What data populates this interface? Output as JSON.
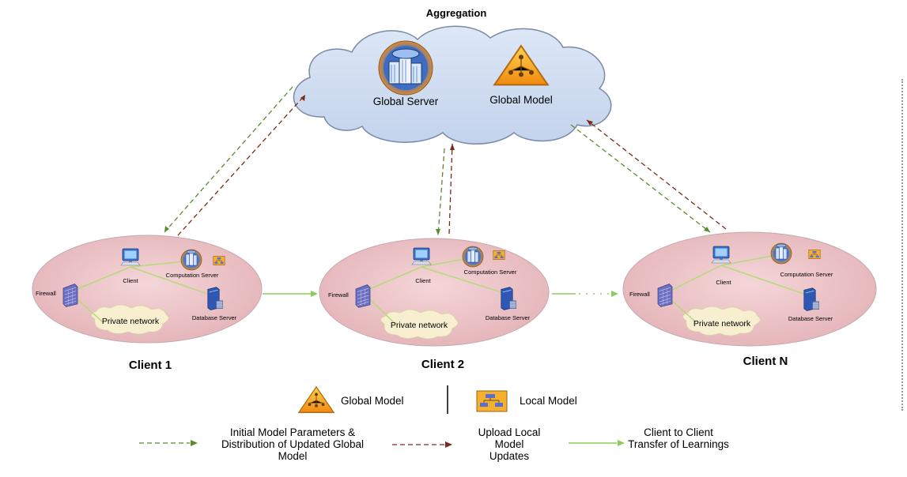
{
  "aggregation": {
    "title": "Aggregation",
    "global_server_label": "Global Server",
    "global_model_label": "Global Model"
  },
  "clients": [
    {
      "title": "Client 1",
      "client_label": "Client",
      "computation_label": "Computation Server",
      "database_label": "Database Server",
      "firewall_label": "Firewall",
      "network_label": "Private network"
    },
    {
      "title": "Client 2",
      "client_label": "Client",
      "computation_label": "Computation Server",
      "database_label": "Database Server",
      "firewall_label": "Firewall",
      "network_label": "Private network"
    },
    {
      "title": "Client N",
      "client_label": "Client",
      "computation_label": "Computation Server",
      "database_label": "Database Server",
      "firewall_label": "Firewall",
      "network_label": "Private network"
    }
  ],
  "legend": {
    "global_model": "Global Model",
    "local_model": "Local Model",
    "distribution": "Initial Model Parameters & Distribution of Updated Global Model",
    "upload": "Upload Local Model Updates",
    "transfer": "Client to Client Transfer of Learnings"
  },
  "colors": {
    "cloud_fill": "#cfdcef",
    "cloud_stroke": "#6f7f96",
    "ellipse_fill": "#e9bfc4",
    "ellipse_stroke": "#b7a6a6",
    "green_dashed": "#5b8a2a",
    "red_dashed": "#7a2a1a",
    "green_solid": "#8acd5a",
    "link_line": "#b6d97a",
    "model_orange": "#f2a21c"
  },
  "icons": [
    "cloud-icon",
    "server-icon",
    "model-triangle-icon",
    "computer-icon",
    "firewall-icon",
    "database-server-icon",
    "local-model-icon"
  ]
}
